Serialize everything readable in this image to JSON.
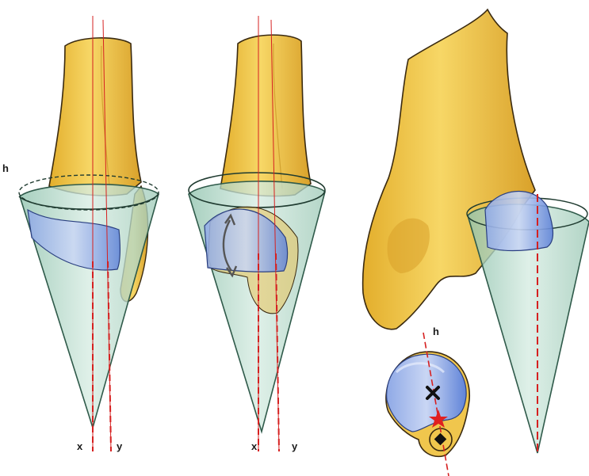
{
  "labels": {
    "h_left": "h",
    "x_first": "x",
    "y_first": "y",
    "x_second": "x",
    "y_second": "y",
    "h_small": "h"
  },
  "colors": {
    "bone": "#f2c94c",
    "bone_shadow": "#d9a62a",
    "cone": "#b8dccc",
    "cone_stroke": "#2f5a4a",
    "cartilage": "#4a6fcf",
    "axis": "#d62020",
    "star": "#e02020"
  },
  "icons": [
    "cross-mark-icon",
    "star-marker-icon",
    "diamond-marker-icon",
    "double-arrow-icon"
  ]
}
